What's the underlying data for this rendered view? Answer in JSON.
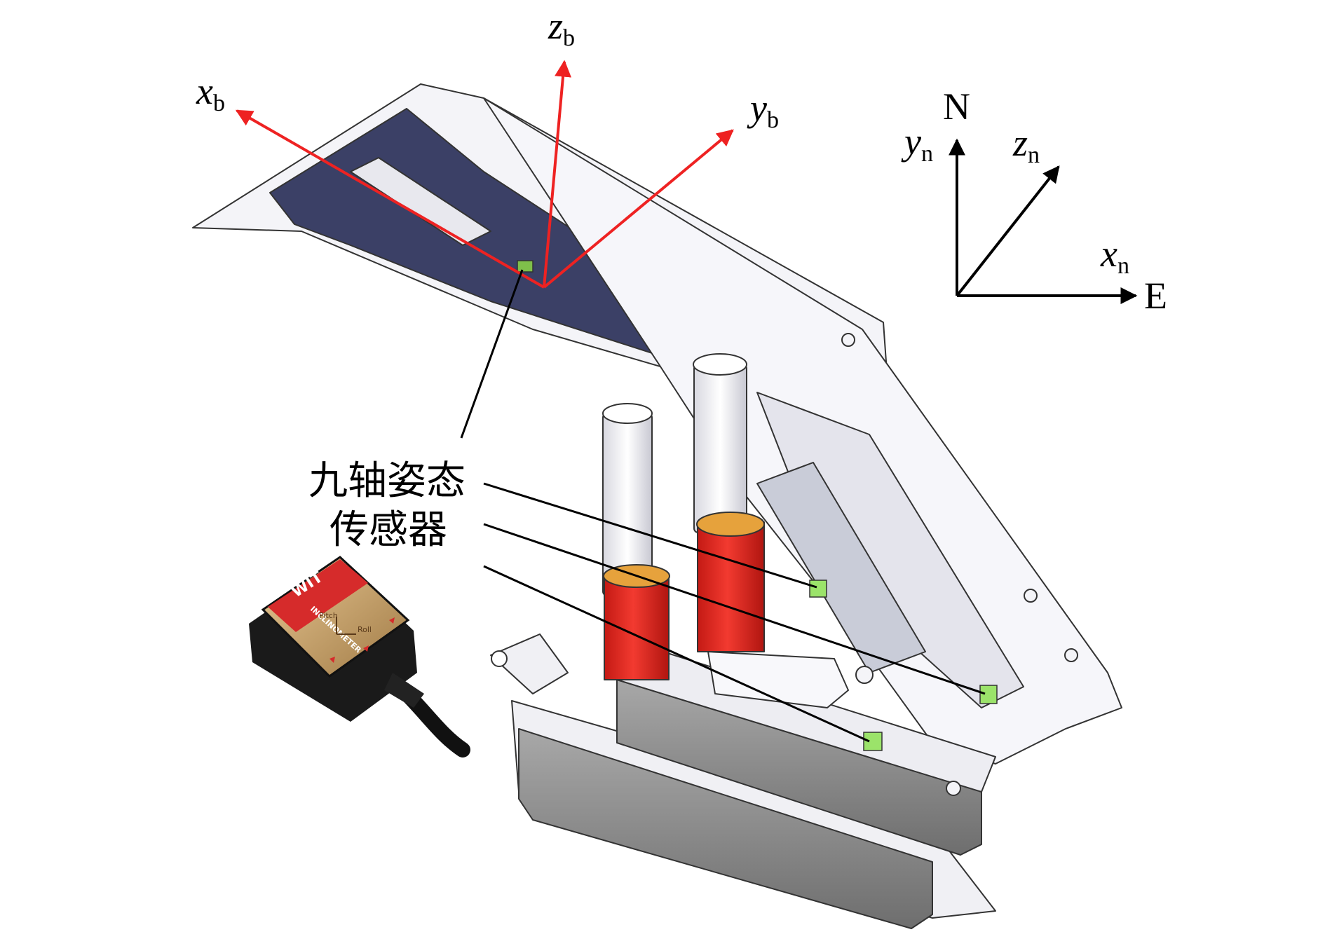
{
  "body_frame": {
    "x": {
      "main": "x",
      "sub": "b"
    },
    "y": {
      "main": "y",
      "sub": "b"
    },
    "z": {
      "main": "z",
      "sub": "b"
    },
    "color": "#ee2222"
  },
  "nav_frame": {
    "y": {
      "main": "y",
      "sub": "n"
    },
    "z": {
      "main": "z",
      "sub": "n"
    },
    "x": {
      "main": "x",
      "sub": "n"
    },
    "north": "N",
    "east": "E",
    "color": "#000000"
  },
  "sensor_label": {
    "line1": "九轴姿态",
    "line2": "传感器"
  },
  "sensor_device": {
    "logo": "WIT",
    "text": "INCLINOMETER",
    "pitch": "Pitch",
    "roll": "Roll",
    "face_color": "#c9a26a",
    "accent_color": "#d62b2b"
  },
  "colors": {
    "cylinder_red": "#e8322a",
    "cylinder_gold": "#e6a23c",
    "sensor_green": "#9be36a",
    "dark_plate": "#3a3f63",
    "light_frame": "#f2f2f6",
    "grey_pad": "#8c8c8c"
  }
}
